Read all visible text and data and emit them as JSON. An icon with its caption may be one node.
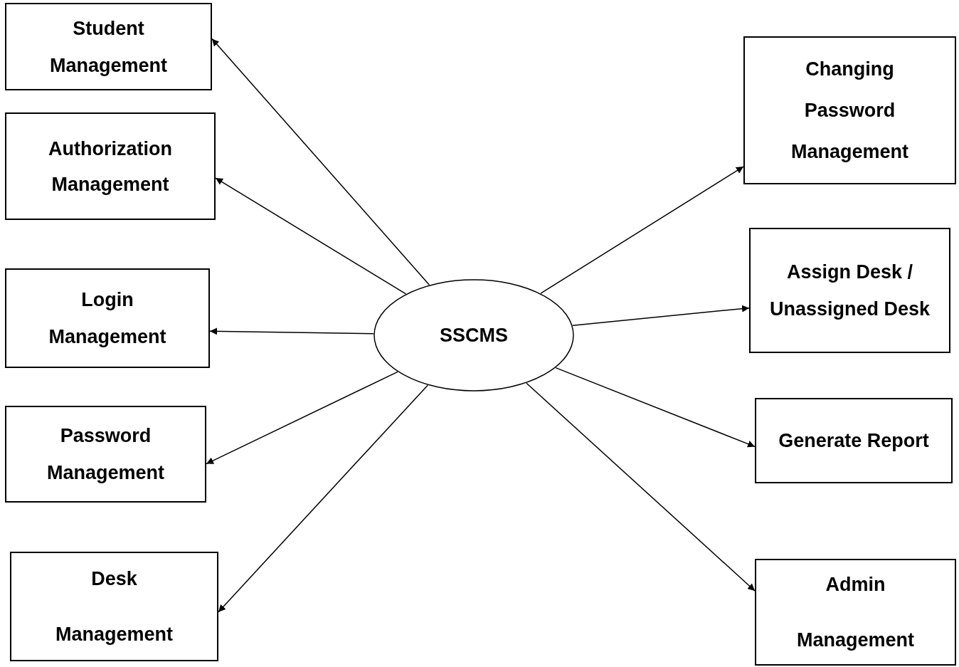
{
  "diagram": {
    "nodes": [
      {
        "text": [
          "Student Management"
        ]
      },
      {
        "text": [
          "Authorization Management"
        ]
      },
      {
        "text": [
          "Login Management"
        ]
      },
      {
        "text": [
          "Password Management"
        ]
      },
      {
        "text": [
          "Desk Management"
        ]
      },
      {
        "text": [
          "SSCMS"
        ]
      },
      {
        "text": [
          "Changing Password Management"
        ]
      },
      {
        "text": [
          "Assign Desk / Unassigned Desk"
        ]
      },
      {
        "text": [
          "Generate Report"
        ]
      },
      {
        "text": [
          "Admin Management"
        ]
      }
    ],
    "edges": [
      {
        "from": 5,
        "to": 0,
        "arrow": "to"
      },
      {
        "from": 5,
        "to": 1,
        "arrow": "to"
      },
      {
        "from": 5,
        "to": 2,
        "arrow": "to"
      },
      {
        "from": 5,
        "to": 3,
        "arrow": "to"
      },
      {
        "from": 5,
        "to": 4,
        "arrow": "to"
      },
      {
        "from": 5,
        "to": 6,
        "arrow": "to"
      },
      {
        "from": 5,
        "to": 7,
        "arrow": "to"
      },
      {
        "from": 5,
        "to": 8,
        "arrow": "to"
      },
      {
        "from": 5,
        "to": 9,
        "arrow": "to"
      }
    ]
  }
}
